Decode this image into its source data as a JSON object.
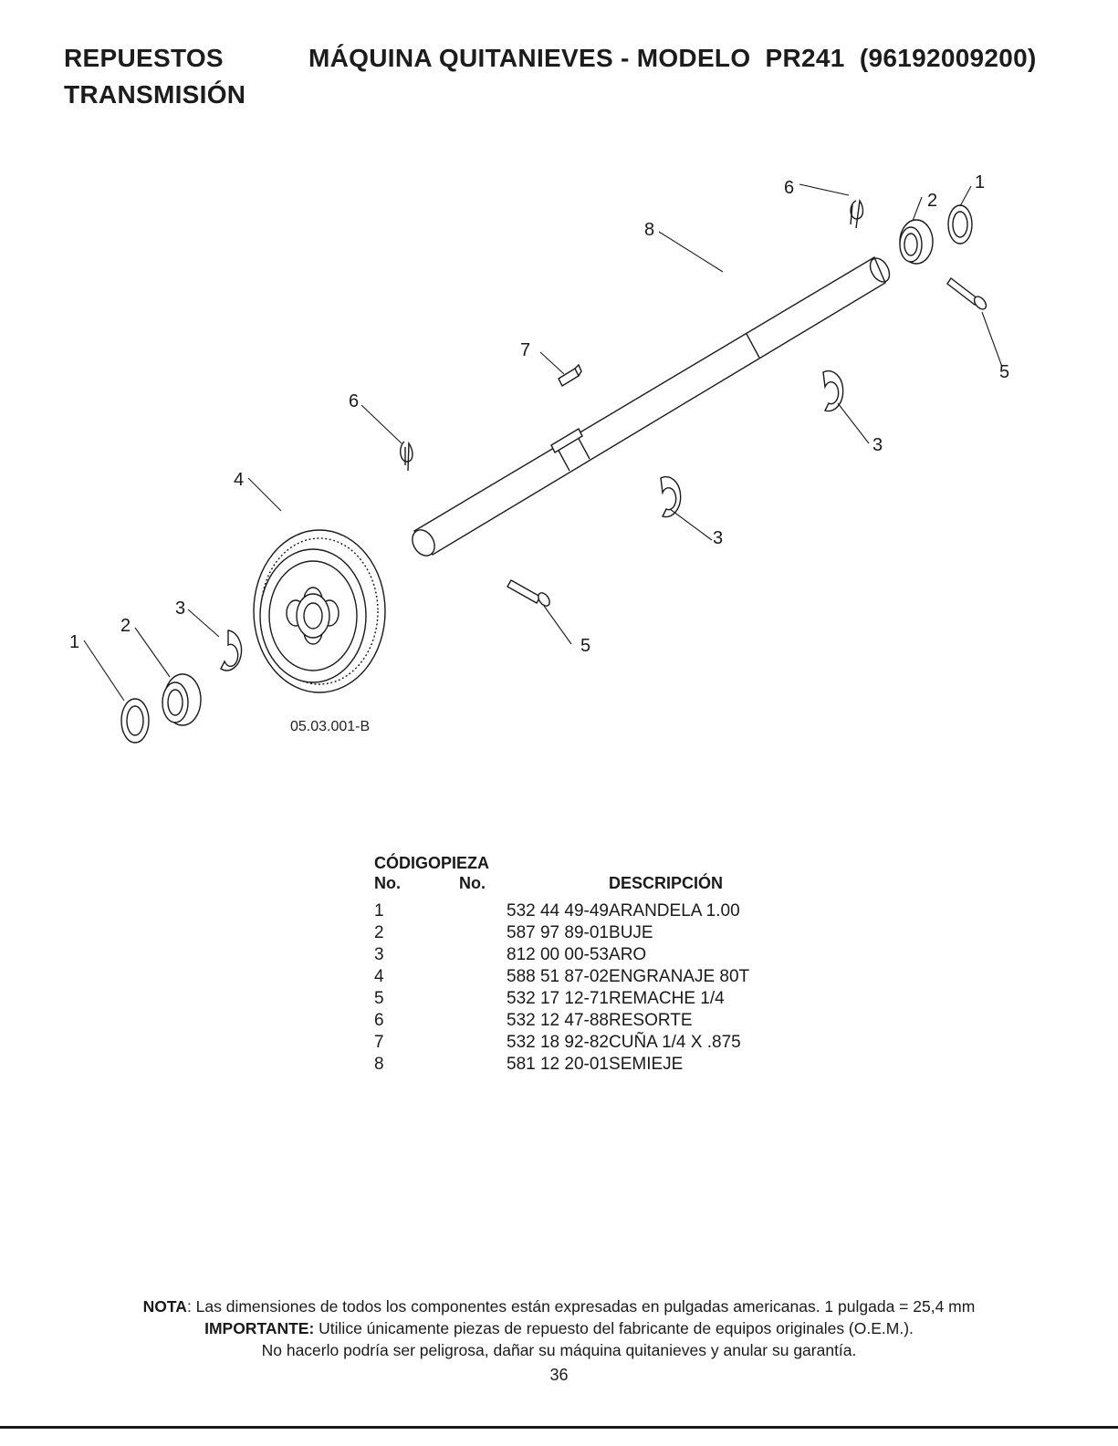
{
  "header": {
    "section": "REPUESTOS",
    "title": "MÁQUINA QUITANIEVES - MODELO  PR241  (96192009200)",
    "subtitle": "TRANSMISIÓN"
  },
  "diagram": {
    "figure_ref": "05.03.001-B",
    "callouts": {
      "c1_left": "1",
      "c2_left": "2",
      "c3_left": "3",
      "c4": "4",
      "c6_left": "6",
      "c7": "7",
      "c8": "8",
      "c6_right": "6",
      "c2_right": "2",
      "c1_right": "1",
      "c5_right": "5",
      "c3_right": "3",
      "c3_center": "3",
      "c5_center": "5"
    }
  },
  "parts_table": {
    "headers": {
      "ref_line1": "CÓDIGO",
      "ref_line2": "No.",
      "part_line1": "PIEZA",
      "part_line2": "No.",
      "description": "DESCRIPCIÓN"
    },
    "rows": [
      {
        "ref": "1",
        "part": "532 44 49-49",
        "desc": "ARANDELA 1.00"
      },
      {
        "ref": "2",
        "part": "587 97 89-01",
        "desc": "BUJE"
      },
      {
        "ref": "3",
        "part": "812 00 00-53",
        "desc": "ARO"
      },
      {
        "ref": "4",
        "part": "588 51 87-02",
        "desc": "ENGRANAJE 80T"
      },
      {
        "ref": "5",
        "part": "532 17 12-71",
        "desc": "REMACHE 1/4"
      },
      {
        "ref": "6",
        "part": "532 12 47-88",
        "desc": "RESORTE"
      },
      {
        "ref": "7",
        "part": "532 18 92-82",
        "desc": "CUÑA 1/4 X .875"
      },
      {
        "ref": "8",
        "part": "581 12 20-01",
        "desc": "SEMIEJE"
      }
    ]
  },
  "footer": {
    "nota_label": "NOTA",
    "nota_text": ": Las dimensiones de todos los componentes están expresadas en pulgadas americanas.  1 pulgada = 25,4 mm",
    "importante_label": "IMPORTANTE:",
    "importante_text": " Utilice únicamente piezas de repuesto del fabricante de equipos originales (O.E.M.).",
    "warning": "No hacerlo podría ser peligrosa, dañar su máquina quitanieves y anular su garantía.",
    "page_number": "36"
  }
}
